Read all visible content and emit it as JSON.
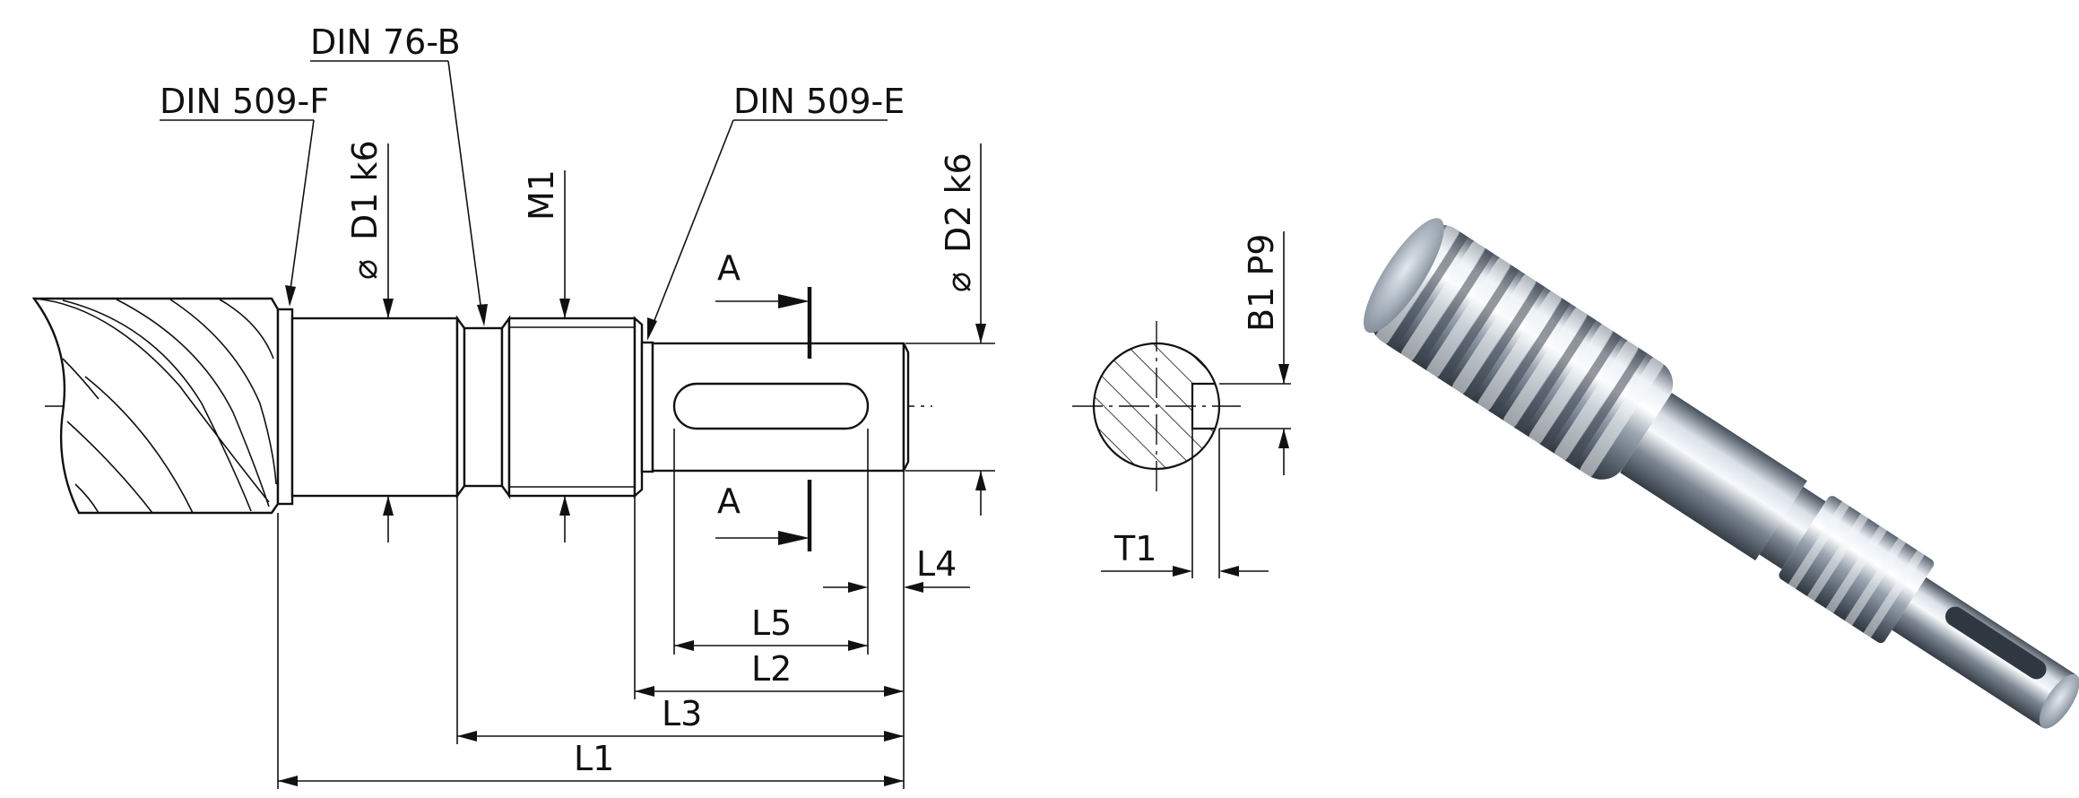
{
  "drawing": {
    "callouts": {
      "din_509_f": "DIN 509-F",
      "din_76_b": "DIN 76-B",
      "din_509_e": "DIN 509-E"
    },
    "diameters": {
      "d1": "D1 k6",
      "m1": "M1",
      "d2": "D2 k6",
      "diameter_symbol": "⌀"
    },
    "section": {
      "top_label": "A",
      "bottom_label": "A",
      "keyway_width": "B1 P9",
      "keyway_depth": "T1"
    },
    "lengths": {
      "l1": "L1",
      "l2": "L2",
      "l3": "L3",
      "l4": "L4",
      "l5": "L5"
    }
  },
  "render": {
    "part_name": "threaded-spindle-end-render"
  }
}
